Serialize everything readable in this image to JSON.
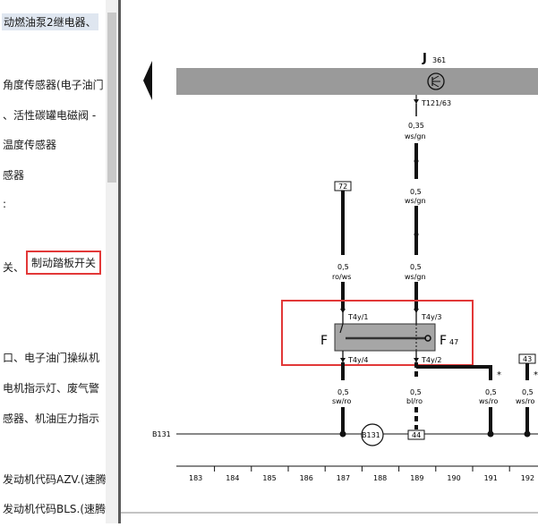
{
  "sidebar": {
    "items": [
      {
        "label": "动燃油泵2继电器、"
      },
      {
        "label": "角度传感器(电子油门"
      },
      {
        "label": "、活性碳罐电磁阀 -"
      },
      {
        "label": "温度传感器"
      },
      {
        "label": "感器"
      },
      {
        "label": ":"
      },
      {
        "label": "关、"
      },
      {
        "label": "制动踏板开关"
      },
      {
        "label": "口、电子油门操纵机"
      },
      {
        "label": "电机指示灯、废气警"
      },
      {
        "label": "感器、机油压力指示"
      },
      {
        "label": "发动机代码AZV.(速腾"
      },
      {
        "label": "发动机代码BLS.(速腾"
      }
    ]
  },
  "diagram": {
    "component_j": {
      "name": "J",
      "sub": "361"
    },
    "connector_top": "T121/63",
    "wires": {
      "w1": {
        "size": "0,35",
        "color": "ws/gn"
      },
      "w2": {
        "size": "0,5",
        "color": "ws/gn"
      },
      "w3": {
        "size": "0,5",
        "color": "ro/ws"
      },
      "w4": {
        "size": "0,5",
        "color": "ws/gn"
      },
      "w5": {
        "size": "0,5",
        "color": "sw/ro"
      },
      "w6": {
        "size": "0,5",
        "color": "bl/ro"
      },
      "w7": {
        "size": "0,5",
        "color": "ws/ro"
      },
      "w8": {
        "size": "0,5",
        "color": "ws/ro"
      }
    },
    "ref_72": "72",
    "ref_43": "43",
    "ref_44": "44",
    "pins": {
      "t4y1": "T4y/1",
      "t4y3": "T4y/3",
      "t4y4": "T4y/4",
      "t4y2": "T4y/2"
    },
    "component_f": "F",
    "component_f47": {
      "name": "F",
      "sub": "47"
    },
    "b131_label": "B131",
    "b131_node": "B131",
    "star": "*",
    "grid_numbers": [
      "183",
      "184",
      "185",
      "186",
      "187",
      "188",
      "189",
      "190",
      "191",
      "192"
    ]
  }
}
